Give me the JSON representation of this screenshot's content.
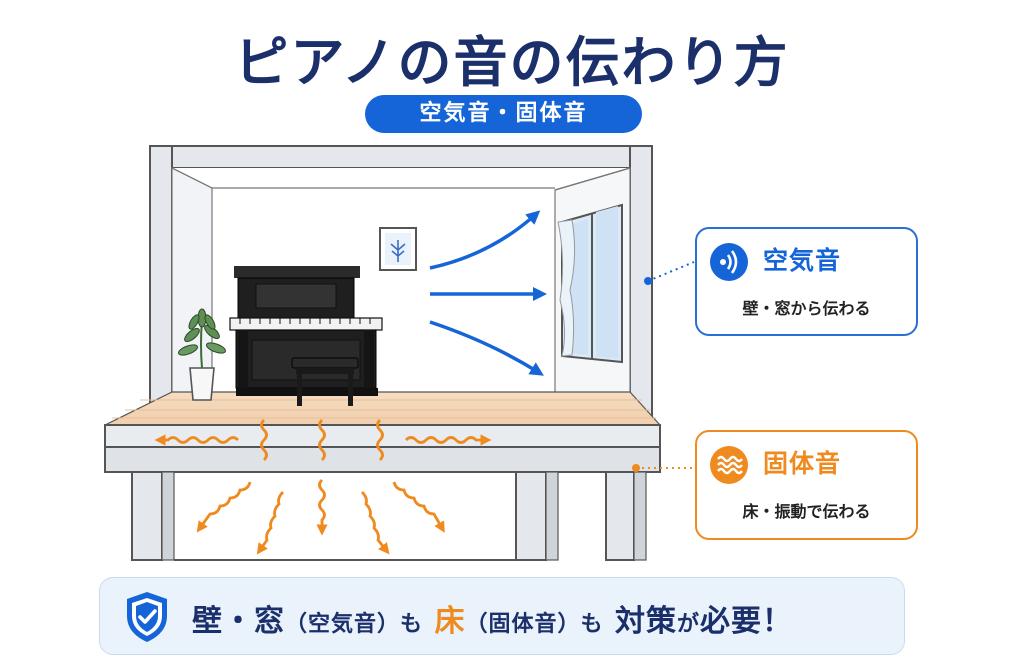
{
  "title": "ピアノの音の伝わり方",
  "subtitle": "空気音・固体音",
  "callouts": {
    "air": {
      "heading": "空気音",
      "description": "壁・窓から伝わる",
      "icon": "sound-wave-icon",
      "color": "#1565d8"
    },
    "solid": {
      "heading": "固体音",
      "description": "床・振動で伝わる",
      "icon": "vibration-wave-icon",
      "color": "#ef8a1f"
    }
  },
  "banner": {
    "part1": "壁・窓",
    "part2": "（空気音）",
    "part3": "も",
    "part4": "床",
    "part5": "（固体音）",
    "part6": "も",
    "part7": "対策",
    "part8": "が",
    "part9": "必要！",
    "icon": "shield-check-icon"
  },
  "colors": {
    "navy": "#1b2f6b",
    "blue": "#1565d8",
    "orange": "#ef8a1f"
  }
}
